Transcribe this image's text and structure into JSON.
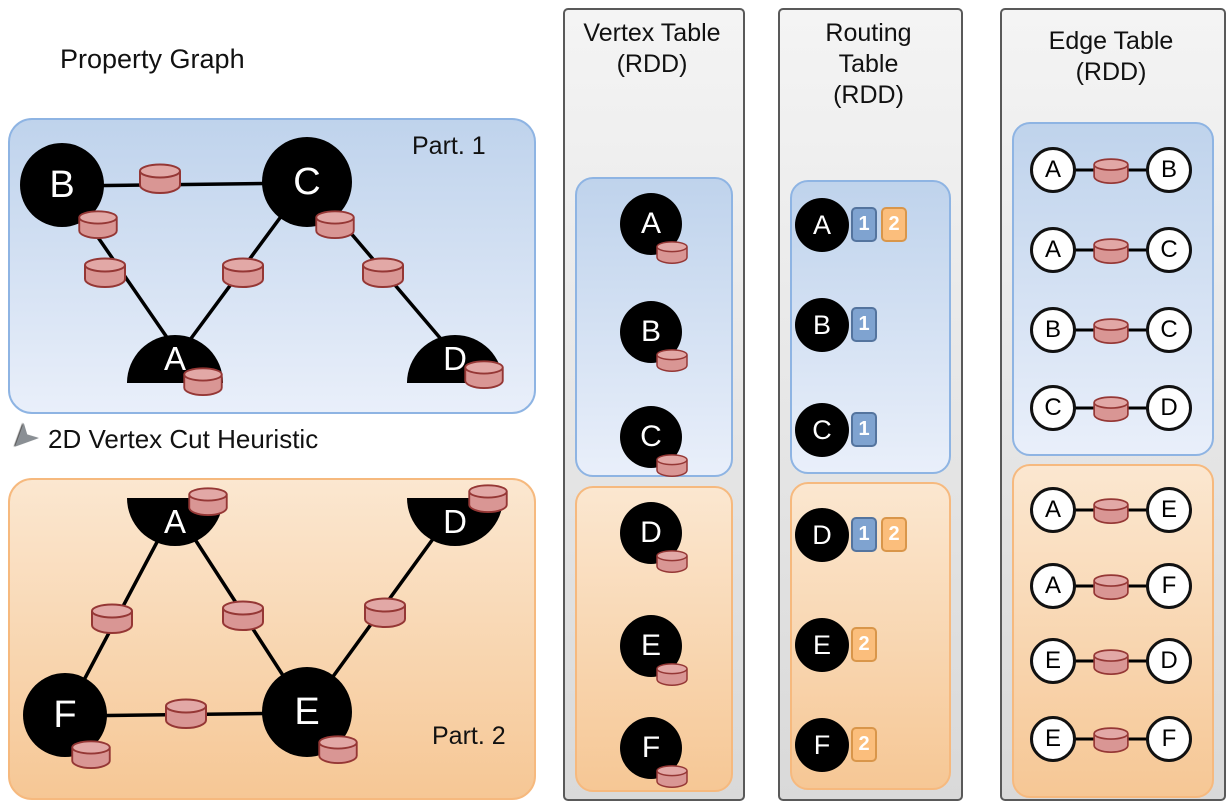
{
  "left": {
    "title": "Property Graph",
    "cut_label": "2D Vertex Cut Heuristic",
    "cut_arrow_glyph": "➤",
    "part1": {
      "label": "Part. 1",
      "vertices": [
        "B",
        "C",
        "A",
        "D"
      ]
    },
    "part2": {
      "label": "Part. 2",
      "vertices": [
        "A",
        "D",
        "F",
        "E"
      ]
    }
  },
  "vertex_table": {
    "title": "Vertex Table",
    "subtitle": "(RDD)",
    "part1": [
      "A",
      "B",
      "C"
    ],
    "part2": [
      "D",
      "E",
      "F"
    ]
  },
  "routing_table": {
    "title_line1": "Routing",
    "title_line2": "Table",
    "subtitle": "(RDD)",
    "part1": [
      {
        "vertex": "A",
        "partitions": [
          "1",
          "2"
        ]
      },
      {
        "vertex": "B",
        "partitions": [
          "1"
        ]
      },
      {
        "vertex": "C",
        "partitions": [
          "1"
        ]
      }
    ],
    "part2": [
      {
        "vertex": "D",
        "partitions": [
          "1",
          "2"
        ]
      },
      {
        "vertex": "E",
        "partitions": [
          "2"
        ]
      },
      {
        "vertex": "F",
        "partitions": [
          "2"
        ]
      }
    ]
  },
  "edge_table": {
    "title": "Edge Table",
    "subtitle": "(RDD)",
    "part1": [
      [
        "A",
        "B"
      ],
      [
        "A",
        "C"
      ],
      [
        "B",
        "C"
      ],
      [
        "C",
        "D"
      ]
    ],
    "part2": [
      [
        "A",
        "E"
      ],
      [
        "A",
        "F"
      ],
      [
        "E",
        "D"
      ],
      [
        "E",
        "F"
      ]
    ]
  },
  "icons": {
    "property_cylinder": "database-cylinder",
    "cut_arrow": "down-left-arrow"
  },
  "colors": {
    "partition1_fill": "#c9d9ef",
    "partition1_border": "#8eb4e3",
    "partition2_fill": "#f9d4aa",
    "partition2_border": "#f6b97e",
    "cylinder_fill": "#d99694",
    "cylinder_border": "#953735",
    "routing_badge_part1": "#7fa3d0",
    "routing_badge_part2": "#fbbe7c",
    "panel_fill": "#e3e3e3",
    "vertex_fill": "#000000"
  }
}
